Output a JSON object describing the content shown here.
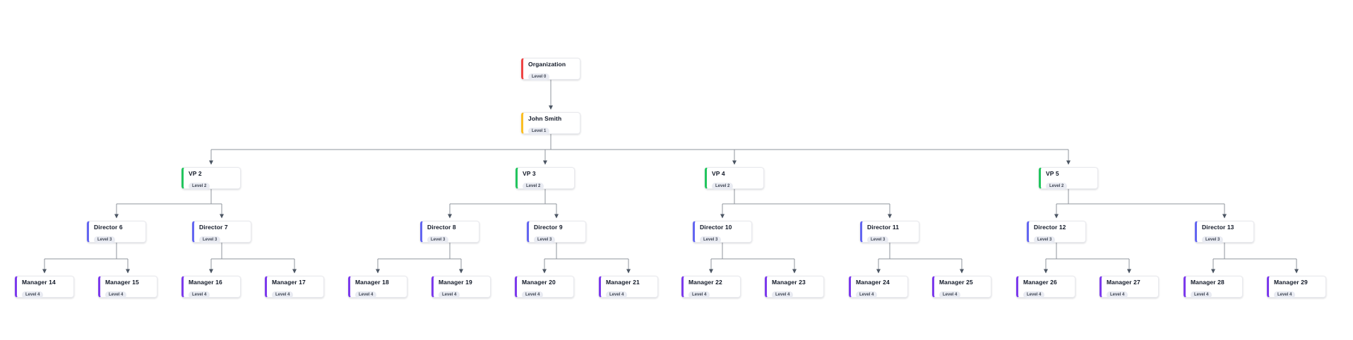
{
  "diagram": {
    "type": "org-chart",
    "palette": {
      "level0_accent": "#ef4444",
      "level1_accent": "#fbbf24",
      "level2_accent": "#22c55e",
      "level3_accent": "#6366f1",
      "level4_accent": "#7c3aed",
      "connector_line": "#8f949c",
      "arrowhead": "#4b5563",
      "card_background": "#ffffff",
      "badge_background": "#e9ebf2"
    },
    "levels": [
      {
        "index": 0,
        "badge": "Level 0",
        "accent": "#ef4444"
      },
      {
        "index": 1,
        "badge": "Level 1",
        "accent": "#fbbf24"
      },
      {
        "index": 2,
        "badge": "Level 2",
        "accent": "#22c55e"
      },
      {
        "index": 3,
        "badge": "Level 3",
        "accent": "#6366f1"
      },
      {
        "index": 4,
        "badge": "Level 4",
        "accent": "#7c3aed"
      }
    ],
    "nodes": [
      {
        "id": "organization",
        "label": "Organization",
        "badge": "Level 0",
        "level": 0,
        "parent": null
      },
      {
        "id": "john-smith",
        "label": "John Smith",
        "badge": "Level 1",
        "level": 1,
        "parent": "organization"
      },
      {
        "id": "vp-2",
        "label": "VP 2",
        "badge": "Level 2",
        "level": 2,
        "parent": "john-smith"
      },
      {
        "id": "vp-3",
        "label": "VP 3",
        "badge": "Level 2",
        "level": 2,
        "parent": "john-smith"
      },
      {
        "id": "vp-4",
        "label": "VP 4",
        "badge": "Level 2",
        "level": 2,
        "parent": "john-smith"
      },
      {
        "id": "vp-5",
        "label": "VP 5",
        "badge": "Level 2",
        "level": 2,
        "parent": "john-smith"
      },
      {
        "id": "director-6",
        "label": "Director 6",
        "badge": "Level 3",
        "level": 3,
        "parent": "vp-2"
      },
      {
        "id": "director-7",
        "label": "Director 7",
        "badge": "Level 3",
        "level": 3,
        "parent": "vp-2"
      },
      {
        "id": "director-8",
        "label": "Director 8",
        "badge": "Level 3",
        "level": 3,
        "parent": "vp-3"
      },
      {
        "id": "director-9",
        "label": "Director 9",
        "badge": "Level 3",
        "level": 3,
        "parent": "vp-3"
      },
      {
        "id": "director-10",
        "label": "Director 10",
        "badge": "Level 3",
        "level": 3,
        "parent": "vp-4"
      },
      {
        "id": "director-11",
        "label": "Director 11",
        "badge": "Level 3",
        "level": 3,
        "parent": "vp-4"
      },
      {
        "id": "director-12",
        "label": "Director 12",
        "badge": "Level 3",
        "level": 3,
        "parent": "vp-5"
      },
      {
        "id": "director-13",
        "label": "Director 13",
        "badge": "Level 3",
        "level": 3,
        "parent": "vp-5"
      },
      {
        "id": "manager-14",
        "label": "Manager 14",
        "badge": "Level 4",
        "level": 4,
        "parent": "director-6"
      },
      {
        "id": "manager-15",
        "label": "Manager 15",
        "badge": "Level 4",
        "level": 4,
        "parent": "director-6"
      },
      {
        "id": "manager-16",
        "label": "Manager 16",
        "badge": "Level 4",
        "level": 4,
        "parent": "director-7"
      },
      {
        "id": "manager-17",
        "label": "Manager 17",
        "badge": "Level 4",
        "level": 4,
        "parent": "director-7"
      },
      {
        "id": "manager-18",
        "label": "Manager 18",
        "badge": "Level 4",
        "level": 4,
        "parent": "director-8"
      },
      {
        "id": "manager-19",
        "label": "Manager 19",
        "badge": "Level 4",
        "level": 4,
        "parent": "director-8"
      },
      {
        "id": "manager-20",
        "label": "Manager 20",
        "badge": "Level 4",
        "level": 4,
        "parent": "director-9"
      },
      {
        "id": "manager-21",
        "label": "Manager 21",
        "badge": "Level 4",
        "level": 4,
        "parent": "director-9"
      },
      {
        "id": "manager-22",
        "label": "Manager 22",
        "badge": "Level 4",
        "level": 4,
        "parent": "director-10"
      },
      {
        "id": "manager-23",
        "label": "Manager 23",
        "badge": "Level 4",
        "level": 4,
        "parent": "director-10"
      },
      {
        "id": "manager-24",
        "label": "Manager 24",
        "badge": "Level 4",
        "level": 4,
        "parent": "director-11"
      },
      {
        "id": "manager-25",
        "label": "Manager 25",
        "badge": "Level 4",
        "level": 4,
        "parent": "director-11"
      },
      {
        "id": "manager-26",
        "label": "Manager 26",
        "badge": "Level 4",
        "level": 4,
        "parent": "director-12"
      },
      {
        "id": "manager-27",
        "label": "Manager 27",
        "badge": "Level 4",
        "level": 4,
        "parent": "director-12"
      },
      {
        "id": "manager-28",
        "label": "Manager 28",
        "badge": "Level 4",
        "level": 4,
        "parent": "director-13"
      },
      {
        "id": "manager-29",
        "label": "Manager 29",
        "badge": "Level 4",
        "level": 4,
        "parent": "director-13"
      }
    ]
  }
}
